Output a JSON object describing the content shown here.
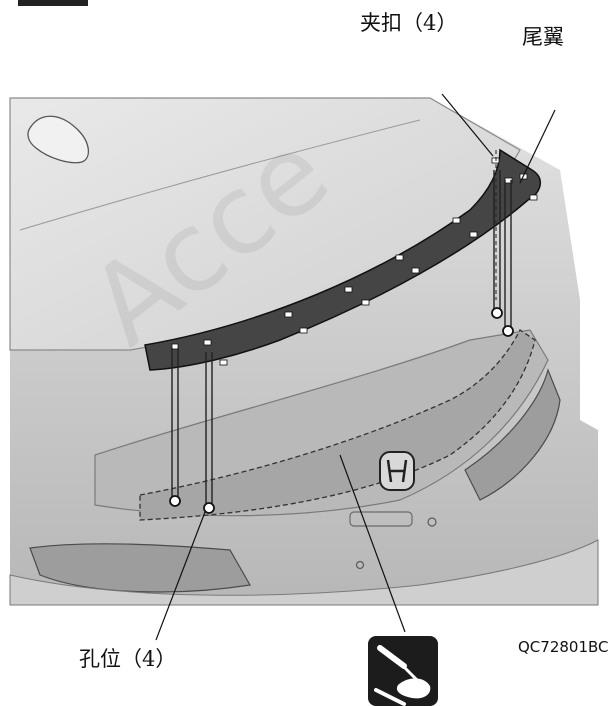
{
  "header": {
    "clip_label": "夹扣（4）",
    "spoiler_label": "尾翼"
  },
  "footer": {
    "hole_label": "孔位（4）",
    "figure_code": "QC72801BC"
  },
  "watermark": {
    "text": "Acce"
  },
  "icons": {
    "adhesive_tool": "adhesive-applicator-icon"
  },
  "colors": {
    "body_fill": "#c7c7c7",
    "spoiler_fill": "#454545",
    "adhesive_area": "#a9a9a9",
    "icon_bg": "#1c1c1c"
  }
}
